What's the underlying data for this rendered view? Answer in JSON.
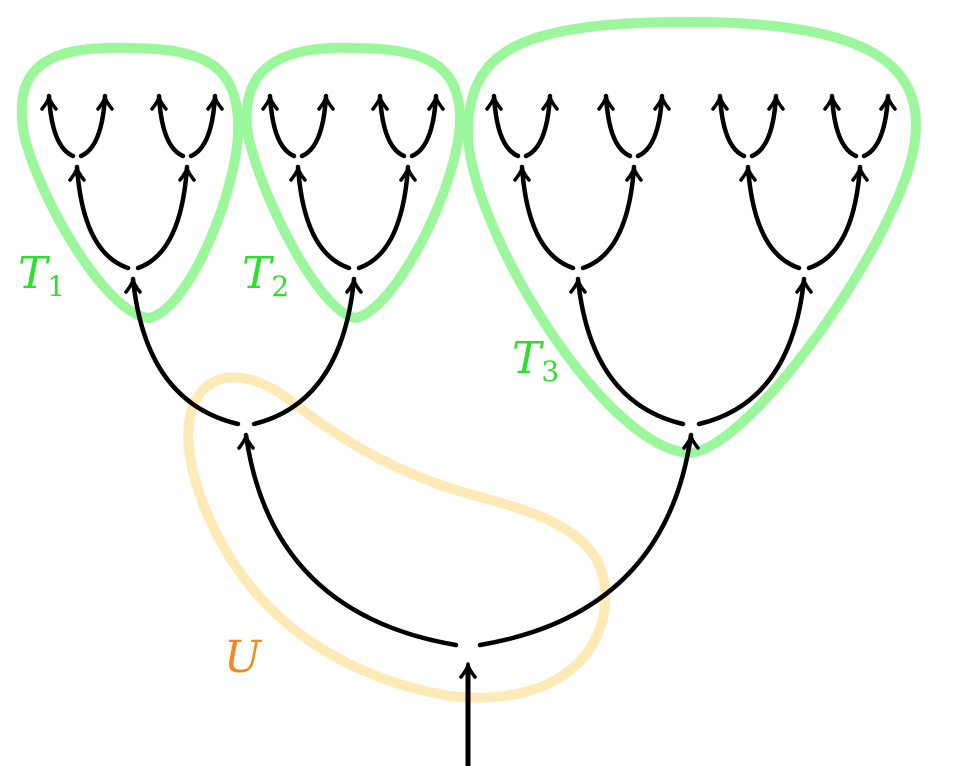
{
  "colors": {
    "tree": "#000000",
    "subtree": "#9cf79c",
    "subtree_label": "#2ddf2d",
    "upper": "#fdeab6",
    "upper_label": "#f08a1c"
  },
  "labels": {
    "t1": {
      "main": "T",
      "sub": "1"
    },
    "t2": {
      "main": "T",
      "sub": "2"
    },
    "t3": {
      "main": "T",
      "sub": "3"
    },
    "u": {
      "main": "U"
    }
  }
}
